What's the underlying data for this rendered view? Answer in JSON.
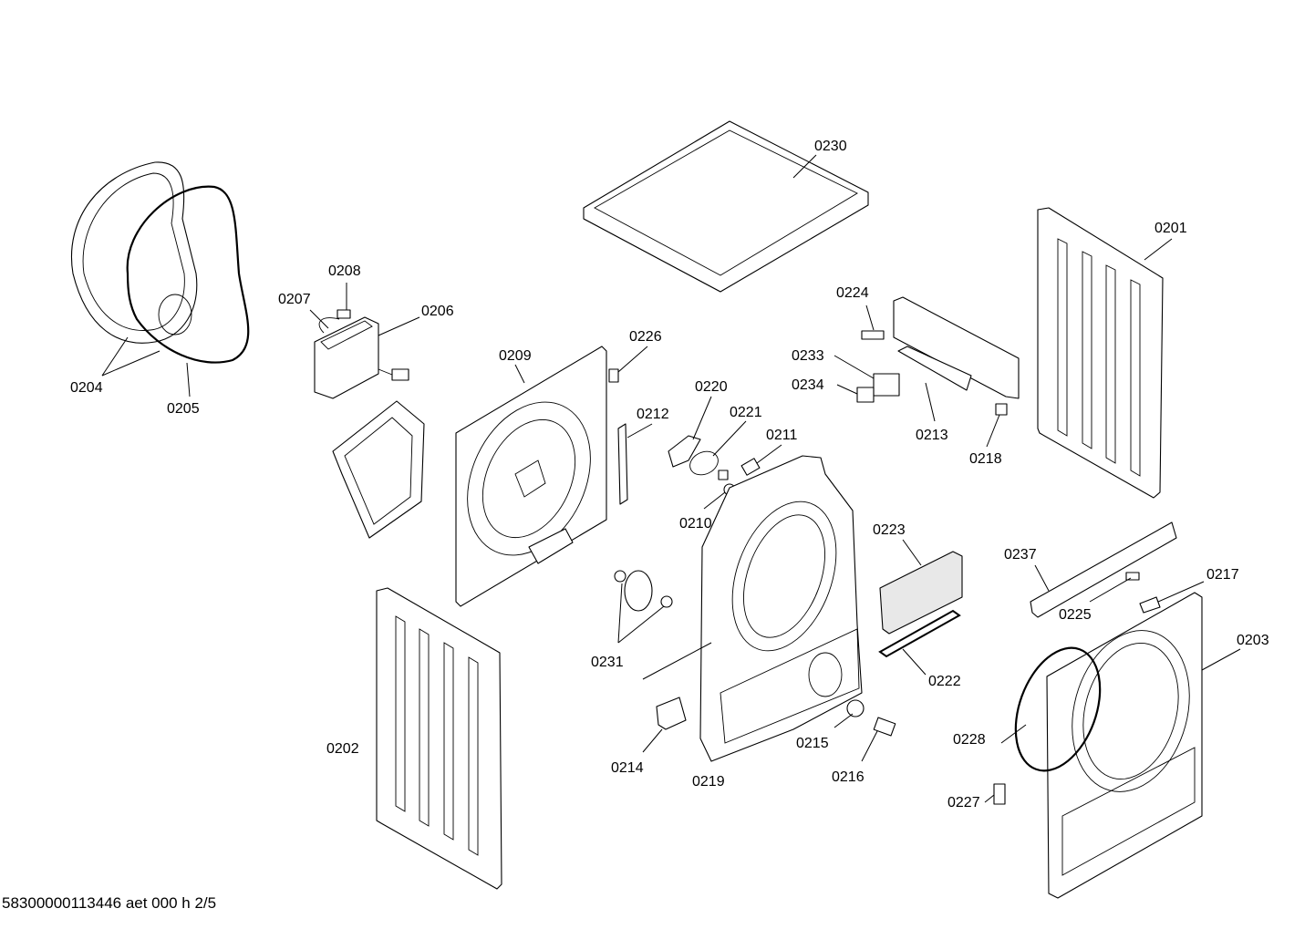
{
  "labels": {
    "p0201": "0201",
    "p0202": "0202",
    "p0203": "0203",
    "p0204": "0204",
    "p0205": "0205",
    "p0206": "0206",
    "p0207": "0207",
    "p0208": "0208",
    "p0209": "0209",
    "p0210": "0210",
    "p0211": "0211",
    "p0212": "0212",
    "p0213": "0213",
    "p0214": "0214",
    "p0215": "0215",
    "p0216": "0216",
    "p0217": "0217",
    "p0218": "0218",
    "p0219": "0219",
    "p0220": "0220",
    "p0221": "0221",
    "p0222": "0222",
    "p0223": "0223",
    "p0224": "0224",
    "p0225": "0225",
    "p0226": "0226",
    "p0227": "0227",
    "p0228": "0228",
    "p0230": "0230",
    "p0231": "0231",
    "p0233": "0233",
    "p0234": "0234",
    "p0237": "0237"
  },
  "footer": "58300000113446 aet 000 h 2/5"
}
